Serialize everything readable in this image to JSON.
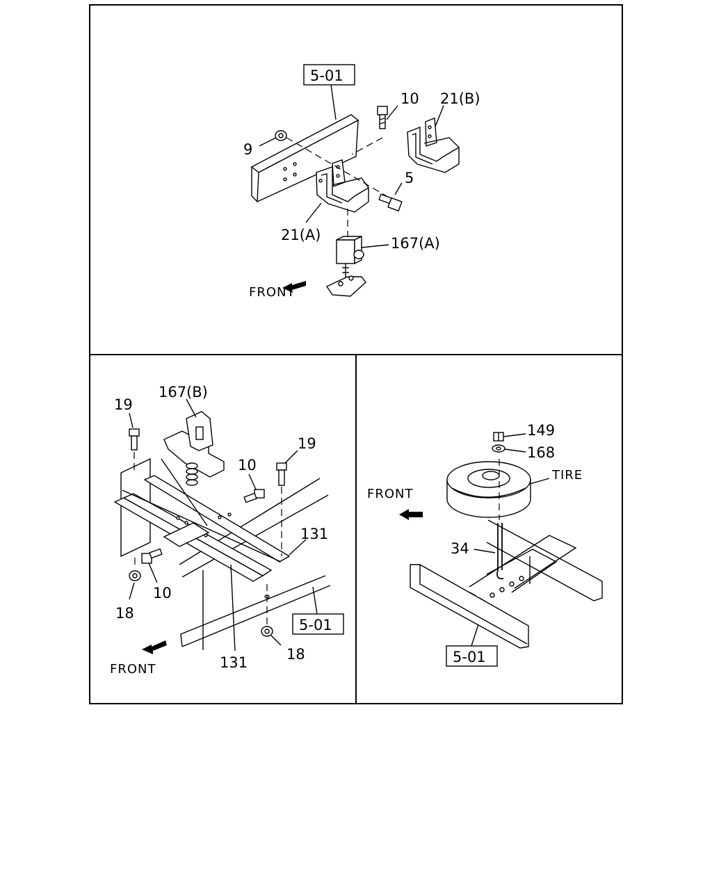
{
  "panel_top": {
    "ref_box": "5-01",
    "labels": {
      "p10": "10",
      "p21b": "21(B)",
      "p9": "9",
      "p5": "5",
      "p21a": "21(A)",
      "p167a": "167(A)",
      "front": "FRONT"
    }
  },
  "panel_bottom_left": {
    "ref_box": "5-01",
    "labels": {
      "p167b": "167(B)",
      "p19a": "19",
      "p19b": "19",
      "p10a": "10",
      "p131a": "131",
      "p10b": "10",
      "p18a": "18",
      "p131b": "131",
      "p18b": "18",
      "front": "FRONT"
    }
  },
  "panel_bottom_right": {
    "ref_box": "5-01",
    "labels": {
      "p149": "149",
      "p168": "168",
      "tire": "TIRE",
      "front": "FRONT",
      "p34": "34"
    }
  }
}
